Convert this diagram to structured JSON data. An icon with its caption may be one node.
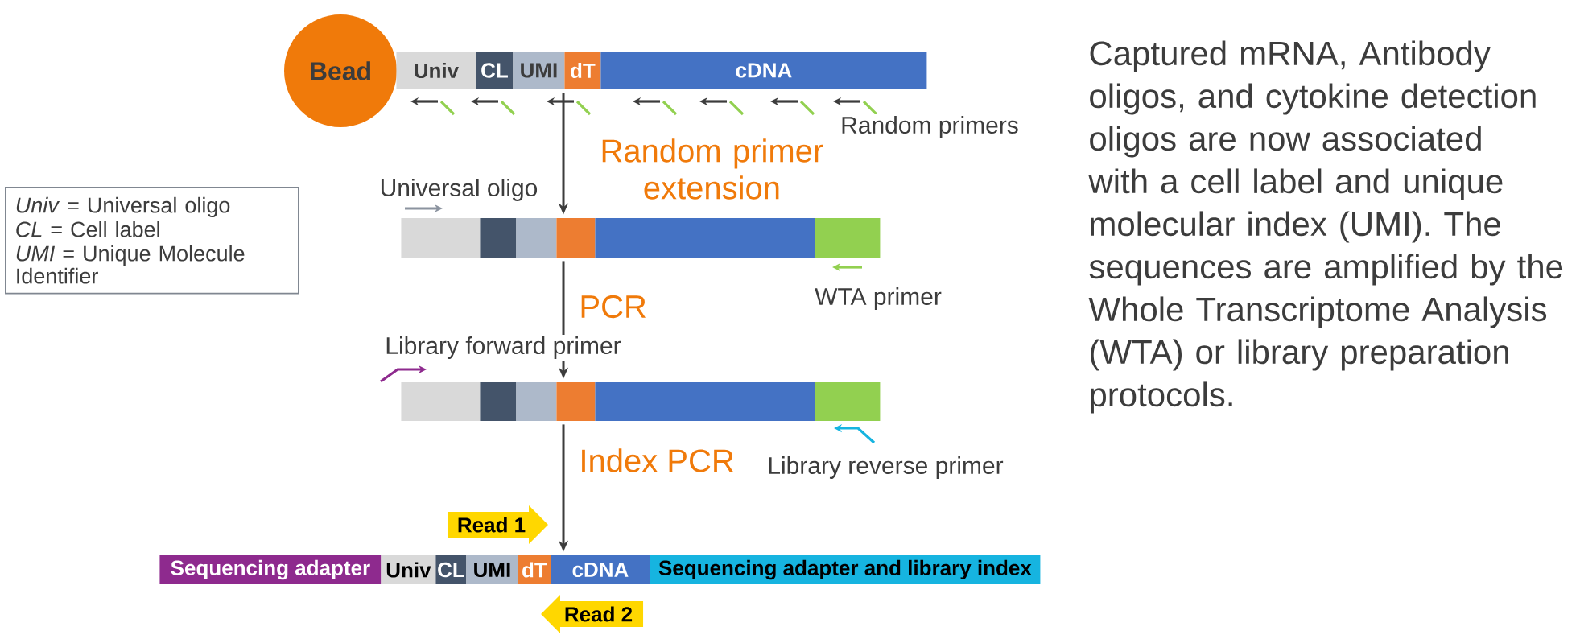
{
  "diagram": {
    "nodes": [
      {
        "text": [
          "Bead"
        ]
      },
      {
        "text": [
          "Univ"
        ]
      },
      {
        "text": [
          "CL"
        ]
      },
      {
        "text": [
          "UMI"
        ]
      },
      {
        "text": [
          "dT"
        ]
      },
      {
        "text": [
          "cDNA"
        ]
      },
      {
        "text": [],
        "shape": "box"
      },
      {
        "text": [],
        "shape": "box"
      },
      {
        "text": [],
        "shape": "box"
      },
      {
        "text": [],
        "shape": "box"
      },
      {
        "text": [],
        "shape": "box"
      },
      {
        "text": [],
        "shape": "box"
      },
      {
        "text": [],
        "shape": "box"
      },
      {
        "text": [],
        "shape": "box"
      },
      {
        "text": [],
        "shape": "box"
      },
      {
        "text": [],
        "shape": "box"
      },
      {
        "text": [],
        "shape": "box"
      },
      {
        "text": [],
        "shape": "box"
      },
      {
        "text": [
          "Sequencing adapter"
        ]
      },
      {
        "text": [
          "Univ"
        ]
      },
      {
        "text": [
          "CL"
        ]
      },
      {
        "text": [
          "UMI"
        ]
      },
      {
        "text": [
          "dT"
        ]
      },
      {
        "text": [
          "cDNA"
        ]
      },
      {
        "text": [
          "Sequencing adapter and library index"
        ]
      },
      {
        "text": [
          "Read 1"
        ]
      },
      {
        "text": [
          "Read 2"
        ]
      },
      {
        "text": [
          "*Univ* = Universal oligo",
          "*CL* = Cell label",
          "*UMI* = Unique Molecule Identifier"
        ]
      }
    ],
    "edges": [
      {
        "from": 4,
        "to": 9,
        "arrow": "to",
        "label": "Random primer extension"
      },
      {
        "from": 9,
        "to": 15,
        "arrow": "to",
        "label": "PCR"
      },
      {
        "from": 15,
        "to": 23,
        "arrow": "to",
        "label": "Index PCR"
      }
    ],
    "labels": [
      "Random primers",
      "Universal oligo",
      "WTA primer",
      "Library forward primer",
      "Library reverse primer",
      "Captured mRNA, Antibody oligos, and cytokine detection oligos are now associated with a cell label and unique molecular index (UMI). The sequences are amplified by the Whole Transcriptome Analysis (WTA) or library preparation protocols."
    ]
  }
}
